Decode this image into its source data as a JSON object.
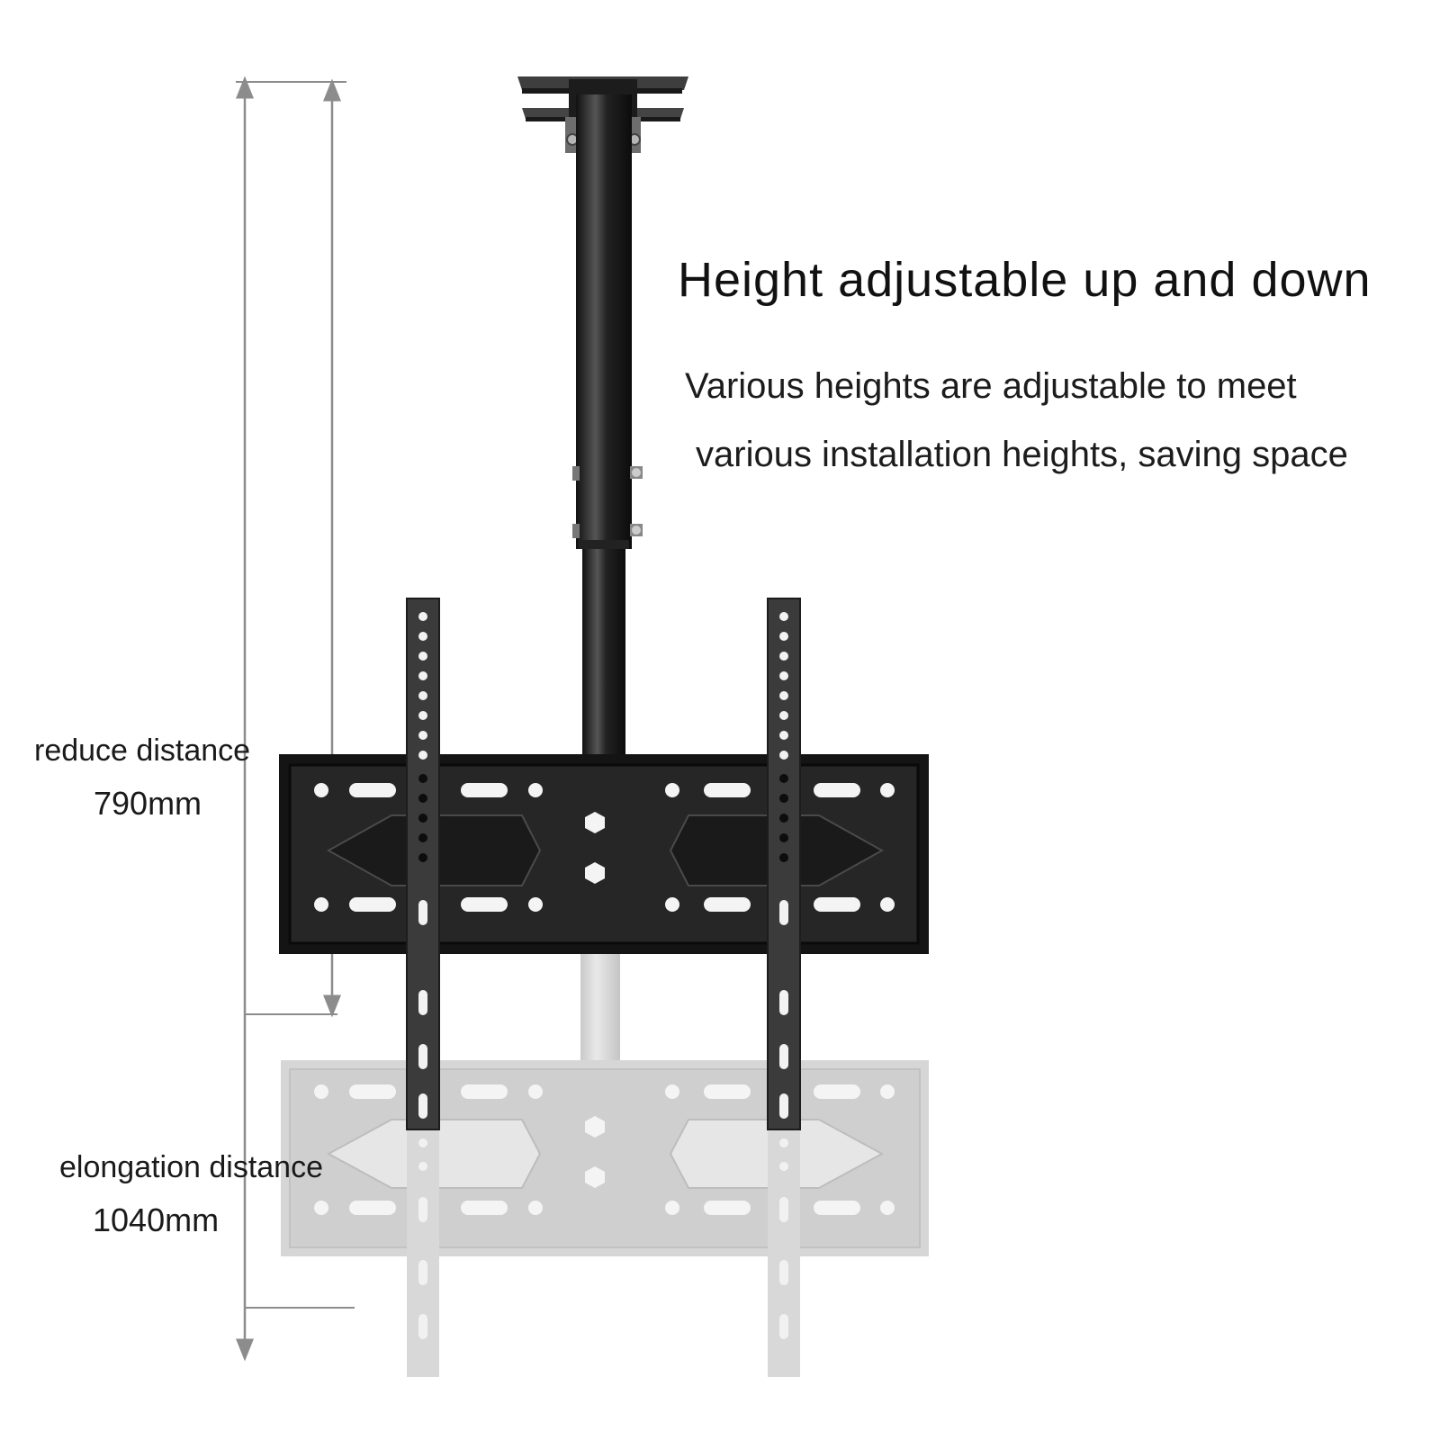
{
  "headline": "Height adjustable up and down",
  "description": {
    "line1": "Various heights are adjustable to meet",
    "line2": "various installation heights, saving space"
  },
  "reduce": {
    "label": "reduce distance",
    "value": "790mm"
  },
  "elongation": {
    "label": "elongation distance",
    "value": "1040mm"
  },
  "icons": {
    "mount": "ceiling-tv-mount-icon",
    "ghost_mount": "extended-mount-ghost-icon",
    "arrow": "double-arrow-icon"
  },
  "colors": {
    "bracket": "#1b1b1b",
    "arm": "#3a3a3a",
    "ghost": "#d9d9d9",
    "dimension_line": "#8c8c8c",
    "text": "#1a1a1a"
  }
}
